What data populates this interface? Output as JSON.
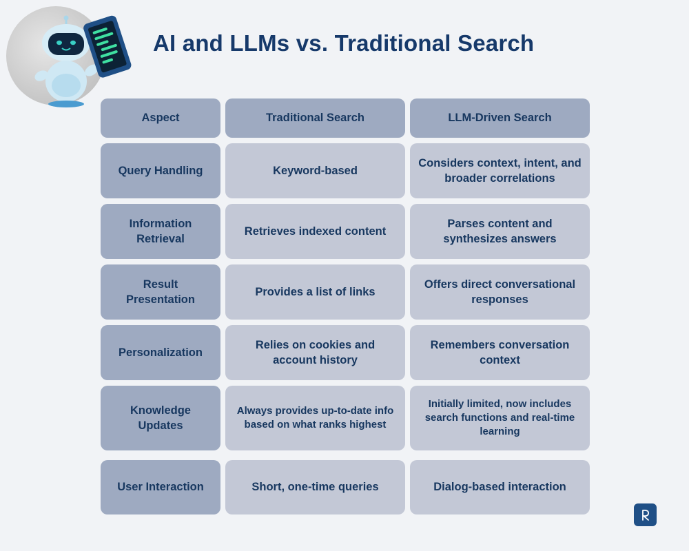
{
  "title": "AI and LLMs vs. Traditional Search",
  "table": {
    "headers": [
      "Aspect",
      "Traditional Search",
      "LLM-Driven Search"
    ],
    "rows": [
      {
        "aspect": "Query Handling",
        "traditional": "Keyword-based",
        "llm": "Considers context, intent, and broader correlations"
      },
      {
        "aspect": "Information Retrieval",
        "traditional": "Retrieves indexed content",
        "llm": "Parses content and synthesizes answers"
      },
      {
        "aspect": "Result Presentation",
        "traditional": "Provides a list of links",
        "llm": "Offers direct conversational responses"
      },
      {
        "aspect": "Personalization",
        "traditional": "Relies on cookies and account history",
        "llm": "Remembers conversation context"
      },
      {
        "aspect": "Knowledge Updates",
        "traditional": "Always provides up-to-date info based on what ranks highest",
        "llm": "Initially limited, now includes search functions and real-time learning"
      },
      {
        "aspect": "User Interaction",
        "traditional": "Short, one-time queries",
        "llm": "Dialog-based interaction"
      }
    ]
  },
  "icons": {
    "illustration": "robot-holding-tablet-icon",
    "brand": "brand-logo-icon"
  },
  "colors": {
    "title": "#16396a",
    "aspect_cell": "#9eaac1",
    "value_cell": "#c3c8d6",
    "background": "#f1f3f6",
    "logo": "#1f4f86"
  }
}
